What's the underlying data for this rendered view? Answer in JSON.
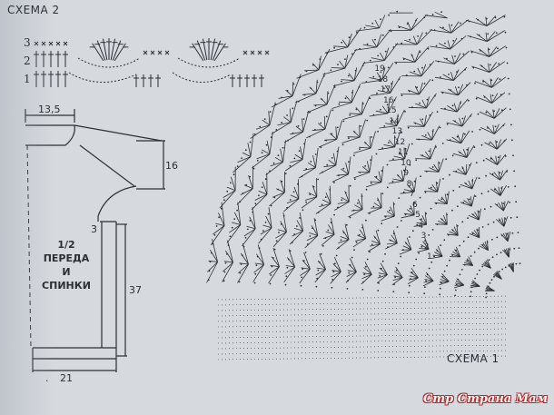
{
  "schema2": {
    "title": "СХЕМА 2",
    "rows": [
      "3",
      "2",
      "1"
    ]
  },
  "pattern": {
    "dim_top_width": "13,5",
    "dim_armhole": "16",
    "dim_shoulder_small": "3",
    "dim_length": "37",
    "dim_bottom_width": "21",
    "label_lines": [
      "1/2",
      "ПЕРЕДА",
      "И",
      "СПИНКИ"
    ]
  },
  "schema1": {
    "title": "СХЕМА 1",
    "rows": [
      "1",
      "2",
      "3",
      "4",
      "5",
      "6",
      "7",
      "8",
      "9",
      "10",
      "11",
      "12",
      "13",
      "14",
      "15",
      "16",
      "17",
      "18",
      "19"
    ]
  },
  "watermark": "Стр Страна Мам",
  "colors": {
    "ink": "#2b2f36",
    "paper": "#d6dadf",
    "watermark_outline": "#b02a2a"
  }
}
